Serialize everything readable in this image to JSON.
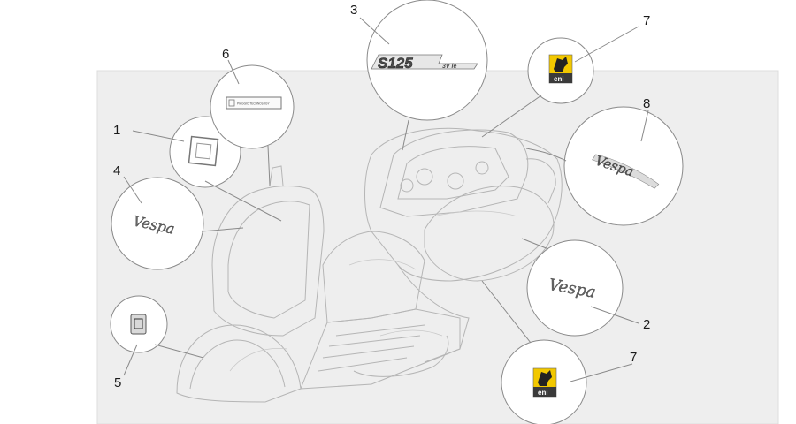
{
  "diagram": {
    "type": "exploded-parts-diagram",
    "subject": "scooter body decals / plates",
    "callouts": [
      {
        "id": 1,
        "label": "1",
        "part": "square-decal"
      },
      {
        "id": 2,
        "label": "2",
        "part": "vespa-script-side-badge"
      },
      {
        "id": 3,
        "label": "3",
        "part": "s125-badge"
      },
      {
        "id": 4,
        "label": "4",
        "part": "vespa-script-legshield-badge"
      },
      {
        "id": 5,
        "label": "5",
        "part": "small-square-emblem"
      },
      {
        "id": 6,
        "label": "6",
        "part": "info-label"
      },
      {
        "id": 7,
        "label": "7",
        "part": "eni-sticker-upper"
      },
      {
        "id": 8,
        "label": "8",
        "part": "vespa-script-badge-rear"
      },
      {
        "id": 9,
        "label": "7",
        "part": "eni-sticker-lower"
      }
    ],
    "badge_text": {
      "s125": "S125",
      "s125_suffix": "3V ie",
      "eni": "eni",
      "vespa": "Vespa",
      "info_label": "PIAGGIO TECHNOLOGY"
    },
    "colors": {
      "line": "#8a8a8a",
      "body_line": "#b5b5b5",
      "background_panel": "#eeeeee",
      "eni_yellow": "#f2c800",
      "eni_dark": "#3a3a3a"
    }
  }
}
